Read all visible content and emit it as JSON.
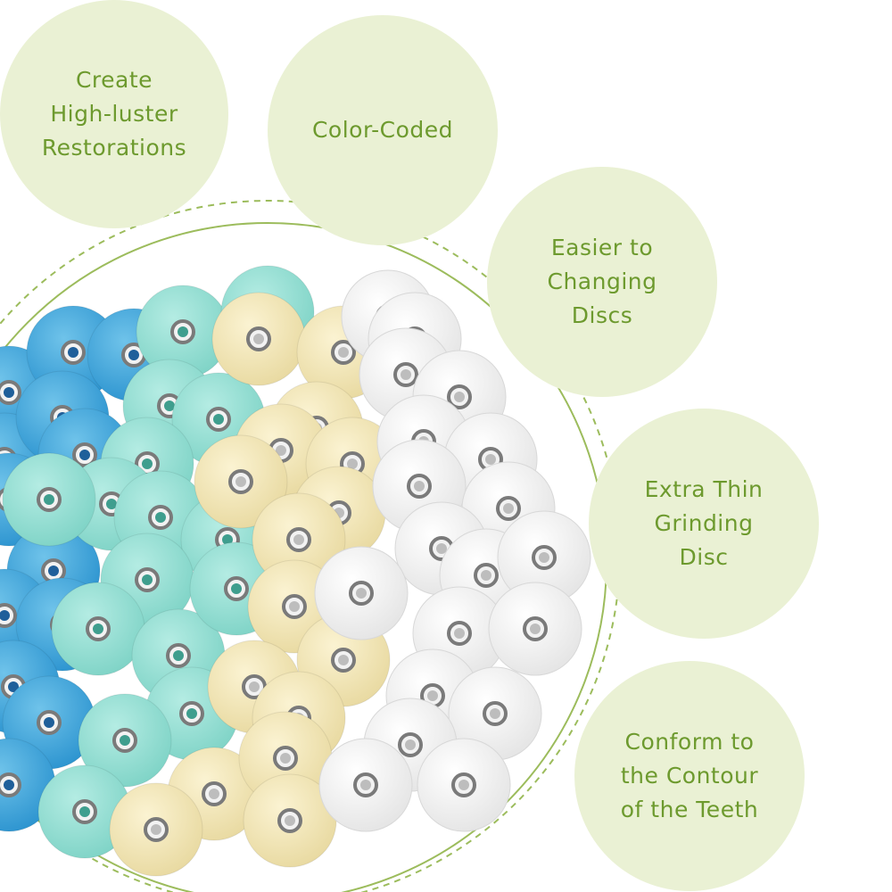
{
  "features": [
    {
      "id": "high-luster",
      "text": "Create\nHigh-luster\nRestorations"
    },
    {
      "id": "color-coded",
      "text": "Color-Coded"
    },
    {
      "id": "easy-change",
      "text": "Easier to\nChanging\nDiscs"
    },
    {
      "id": "extra-thin",
      "text": "Extra Thin\nGrinding\nDisc"
    },
    {
      "id": "conform",
      "text": "Conform to\nthe Contour\nof the Teeth"
    }
  ],
  "colors": {
    "bubble": "#eaf1d4",
    "text": "#6d9a2e",
    "ring": "#9cbc5c",
    "disc_blue": "#3aa8de",
    "disc_teal": "#8fdcd0",
    "disc_yellow": "#f1e6b4",
    "disc_white": "#f6f6f6"
  }
}
